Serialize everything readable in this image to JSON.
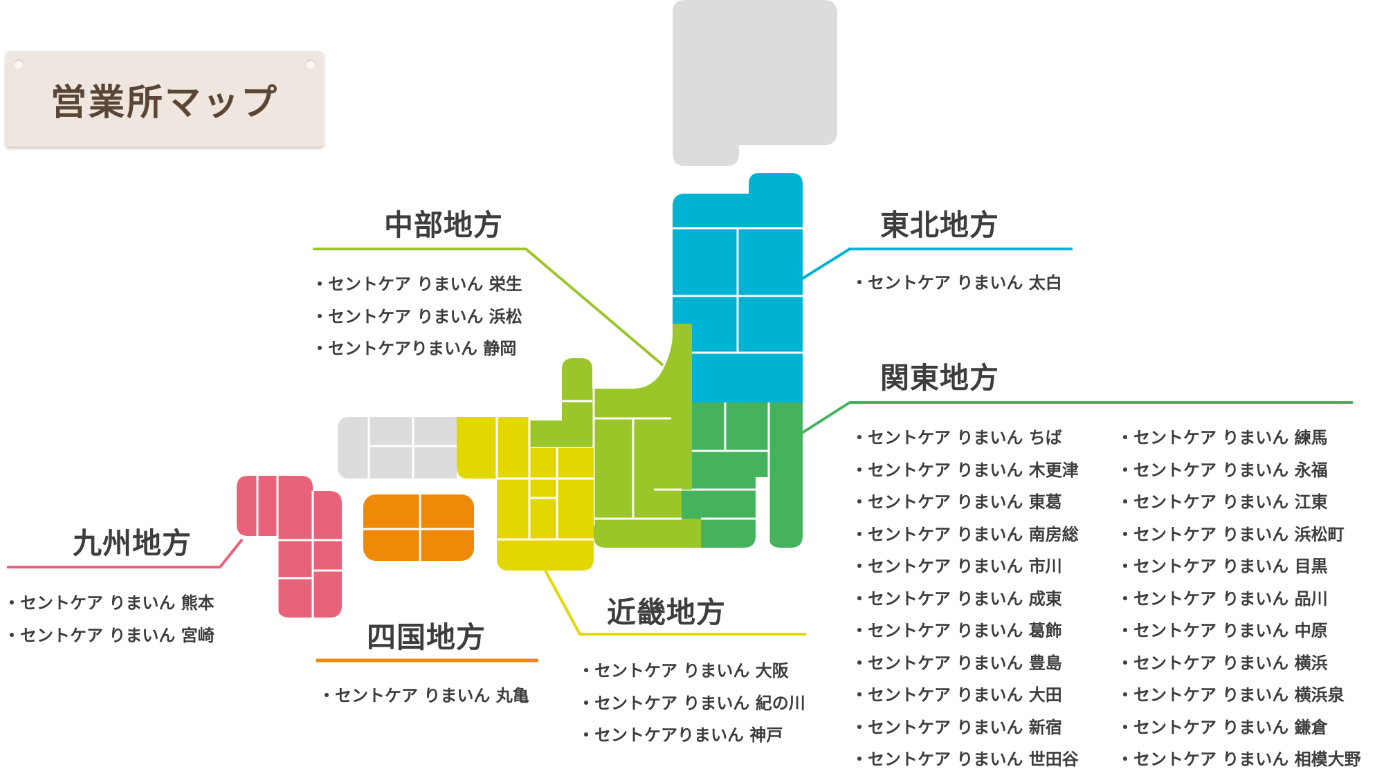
{
  "page_title": "営業所マップ",
  "colors": {
    "tohoku": "#00b3d2",
    "kanto": "#45b35d",
    "chubu": "#9bc629",
    "kinki": "#e3d700",
    "shikoku": "#ef8a09",
    "kyushu": "#e8637a",
    "other": "#dcdcdc",
    "title_card": "#efe7df"
  },
  "regions": {
    "tohoku": {
      "title": "東北地方",
      "offices": [
        "セントケア りまいん 太白"
      ]
    },
    "chubu": {
      "title": "中部地方",
      "offices": [
        "セントケア りまいん 栄生",
        "セントケア りまいん 浜松",
        "セントケアりまいん 静岡"
      ]
    },
    "kanto": {
      "title": "関東地方",
      "offices_col1": [
        "セントケア りまいん ちば",
        "セントケア りまいん 木更津",
        "セントケア りまいん 東葛",
        "セントケア りまいん 南房総",
        "セントケア りまいん 市川",
        "セントケア りまいん 成東",
        "セントケア りまいん 葛飾",
        "セントケア りまいん 豊島",
        "セントケア りまいん 大田",
        "セントケア りまいん 新宿",
        "セントケア りまいん 世田谷"
      ],
      "offices_col2": [
        "セントケア りまいん 練馬",
        "セントケア りまいん 永福",
        "セントケア りまいん 江東",
        "セントケア りまいん 浜松町",
        "セントケア りまいん 目黒",
        "セントケア りまいん 品川",
        "セントケア りまいん 中原",
        "セントケア りまいん 横浜",
        "セントケア りまいん 横浜泉",
        "セントケア りまいん 鎌倉",
        "セントケア りまいん 相模大野"
      ]
    },
    "kyushu": {
      "title": "九州地方",
      "offices": [
        "セントケア りまいん 熊本",
        "セントケア りまいん 宮崎"
      ]
    },
    "shikoku": {
      "title": "四国地方",
      "offices": [
        "セントケア りまいん 丸亀"
      ]
    },
    "kinki": {
      "title": "近畿地方",
      "offices": [
        "セントケア りまいん 大阪",
        "セントケア りまいん 紀の川",
        "セントケアりまいん 神戸"
      ]
    }
  }
}
